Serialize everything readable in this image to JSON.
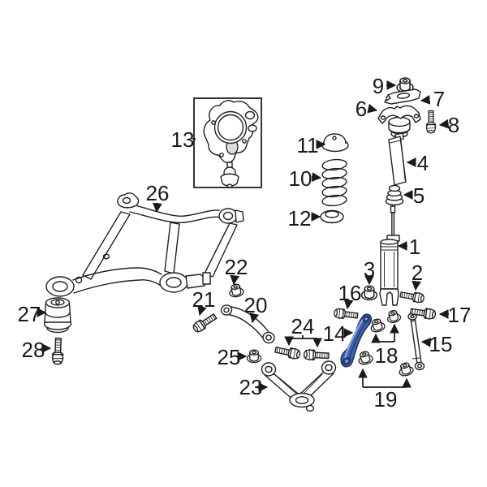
{
  "diagram": {
    "background_color": "#ffffff",
    "line_color": "#231f20",
    "callout_color": "#1a1a1a",
    "highlighted_part": {
      "label": "14",
      "fill_color": "#4263ac",
      "outline_color": "#1d3058",
      "shine_color": "#8ba3d8",
      "ridge_color": "#24407e"
    },
    "callouts": [
      {
        "label": "1"
      },
      {
        "label": "2"
      },
      {
        "label": "3"
      },
      {
        "label": "4"
      },
      {
        "label": "5"
      },
      {
        "label": "6"
      },
      {
        "label": "7"
      },
      {
        "label": "8"
      },
      {
        "label": "9"
      },
      {
        "label": "10"
      },
      {
        "label": "11"
      },
      {
        "label": "12"
      },
      {
        "label": "13"
      },
      {
        "label": "14"
      },
      {
        "label": "15"
      },
      {
        "label": "16"
      },
      {
        "label": "17"
      },
      {
        "label": "18"
      },
      {
        "label": "19"
      },
      {
        "label": "20"
      },
      {
        "label": "21"
      },
      {
        "label": "22"
      },
      {
        "label": "23"
      },
      {
        "label": "24"
      },
      {
        "label": "25"
      },
      {
        "label": "26"
      },
      {
        "label": "27"
      },
      {
        "label": "28"
      }
    ]
  }
}
